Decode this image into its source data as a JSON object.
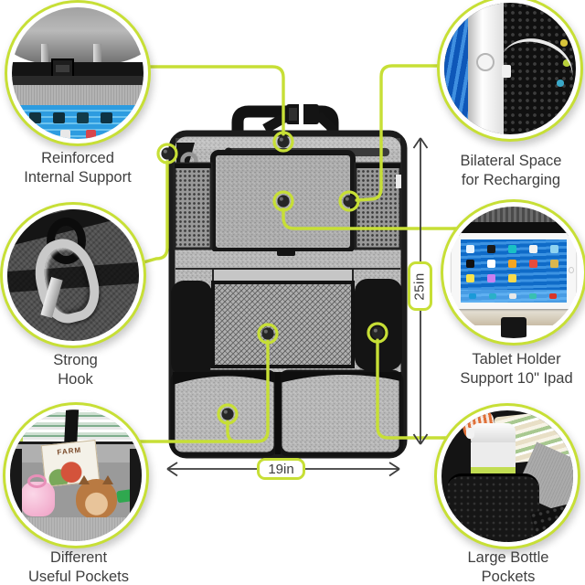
{
  "colors": {
    "accent": "#c7df36",
    "arrow": "#3d3d3d",
    "text": "#3f3f3f",
    "fabric_gray": "#b7b7b7",
    "trim_black": "#1c1c1c"
  },
  "icons": {
    "callout-dot": "filled circle marker with lime ring",
    "dimension-arrow": "thin double-headed open arrow"
  },
  "callouts": {
    "reinforced": {
      "line1": "Reinforced",
      "line2": "Internal Support"
    },
    "recharge": {
      "line1": "Bilateral Space",
      "line2": "for Recharging"
    },
    "hook": {
      "line1": "Strong",
      "line2": "Hook"
    },
    "tablet": {
      "line1": "Tablet Holder",
      "line2": "Support 10\" Ipad"
    },
    "pockets": {
      "line1": "Different",
      "line2": "Useful Pockets"
    },
    "bottle": {
      "line1": "Large Bottle",
      "line2": "Pockets"
    }
  },
  "dimensions": {
    "height": "25in",
    "width": "19in"
  },
  "scenes": {
    "pockets": {
      "book_title": "FARM"
    }
  }
}
